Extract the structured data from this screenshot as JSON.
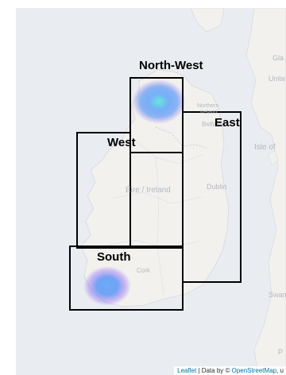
{
  "map": {
    "place_labels": {
      "gla": "Gla",
      "unite": "Unite",
      "isle_of": "Isle of",
      "eire": "Éire / Ireland",
      "dublin": "Dublin",
      "cork": "Cork",
      "northern": "Northern",
      "ireland_ni": "Ireland",
      "belfast": "Belfast",
      "swan": "Swan",
      "p": "P"
    },
    "regions": [
      {
        "id": "north-west",
        "label": "North-West"
      },
      {
        "id": "east",
        "label": "East"
      },
      {
        "id": "west",
        "label": "West"
      },
      {
        "id": "south",
        "label": "South"
      }
    ],
    "heat_spots": [
      {
        "name": "North-West hotspot"
      },
      {
        "name": "South hotspot"
      }
    ],
    "colors": {
      "sea": "#e9edf1",
      "land": "#f2f1ee",
      "border": "#000000",
      "heat_core": "#5eead4",
      "heat_mid": "#3b82f6",
      "heat_edge": "#8b5cf6"
    },
    "attribution": {
      "leaflet": "Leaflet",
      "separator": " | Data by © ",
      "osm": "OpenStreetMap",
      "suffix": ", u"
    }
  }
}
